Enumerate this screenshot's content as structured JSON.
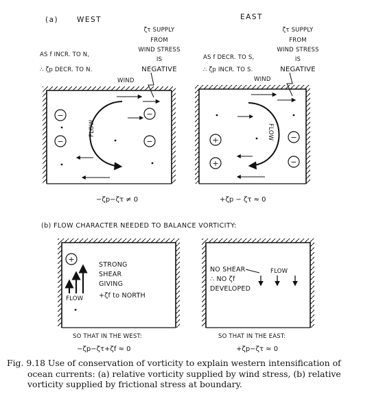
{
  "panel_a": {
    "tag": "(a)",
    "west": {
      "title": "WEST",
      "note_line1": "AS f INCR. TO N,",
      "note_line2": "∴ ζp DECR. TO N.",
      "supply_line1": "ζτ SUPPLY",
      "supply_line2": "FROM",
      "supply_line3": "WIND STRESS",
      "supply_line4": "IS",
      "supply_line5": "NEGATIVE",
      "wind": "WIND",
      "flow": "FLOW",
      "equation": "−ζp−ζτ ≠ 0"
    },
    "east": {
      "title": "EAST",
      "note_line1": "AS f DECR. TO S,",
      "note_line2": "∴ ζp INCR. TO S.",
      "supply_line1": "ζτ SUPPLY",
      "supply_line2": "FROM",
      "supply_line3": "WIND STRESS",
      "supply_line4": "IS",
      "supply_line5": "NEGATIVE",
      "wind": "WIND",
      "flow": "FLOW",
      "equation": "+ζp − ζτ ≈ 0"
    }
  },
  "panel_b": {
    "heading": "(b) FLOW CHARACTER NEEDED TO BALANCE VORTICITY:",
    "west": {
      "strong": "STRONG",
      "shear": "SHEAR",
      "giving": "GIVING",
      "to_north": "+ζf to NORTH",
      "flow": "FLOW",
      "so_that": "SO THAT IN THE WEST:",
      "equation": "−ζp−ζτ+ζf ≈ 0"
    },
    "east": {
      "no_shear": "NO SHEAR",
      "no_zeta": "∴ NO ζf",
      "developed": "DEVELOPED",
      "flow": "FLOW",
      "so_that": "SO THAT IN THE EAST:",
      "equation": "+ζp−ζτ ≈ 0"
    }
  },
  "symbols": {
    "plus": "+",
    "minus": "−"
  },
  "caption": {
    "line1": "Fig. 9.18 Use of conservation of vorticity to explain western intensification of",
    "line2": "ocean currents: (a) relative vorticity supplied by wind stress, (b) relative",
    "line3": "vorticity supplied by frictional stress at boundary."
  }
}
